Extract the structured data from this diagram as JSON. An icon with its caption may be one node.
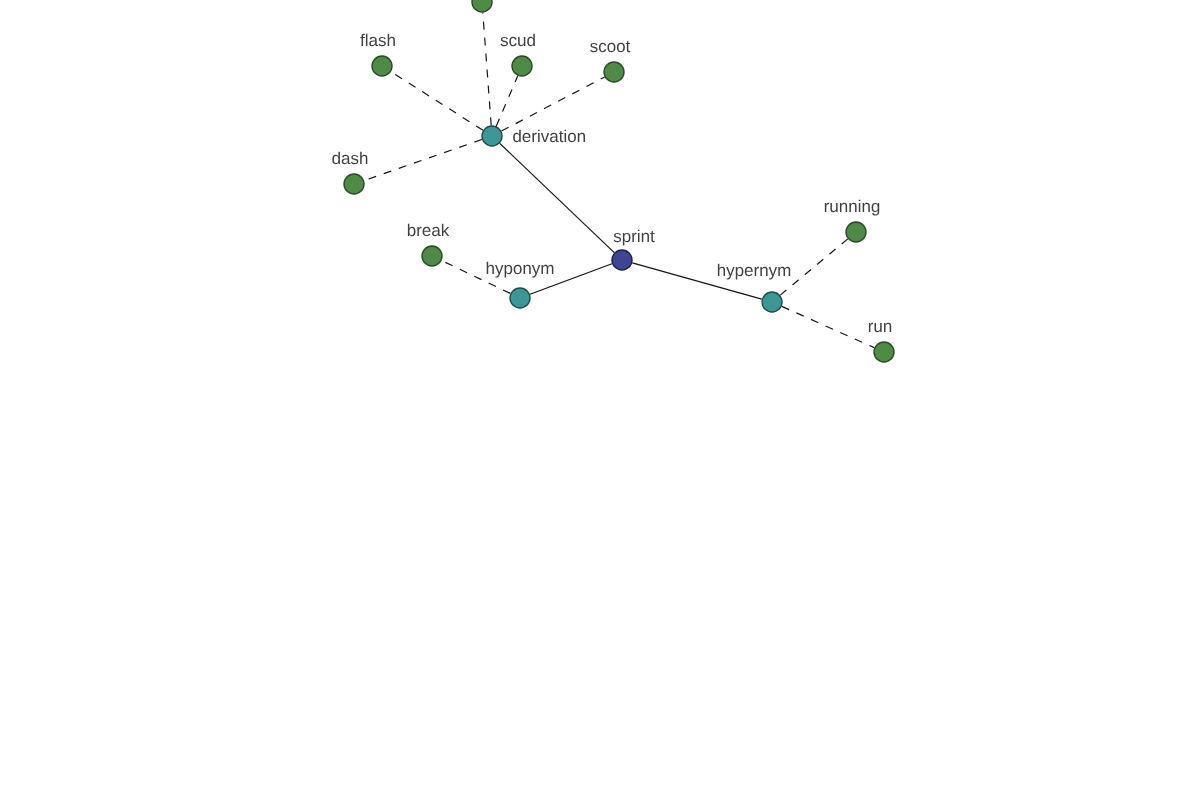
{
  "diagram": {
    "nodes": [
      {
        "text": [],
        "shape": "circle"
      },
      {
        "text": [
          "flash"
        ]
      },
      {
        "text": [
          "scud"
        ]
      },
      {
        "text": [
          "scoot"
        ]
      },
      {
        "text": [
          "derivation"
        ]
      },
      {
        "text": [
          "dash"
        ]
      },
      {
        "text": [
          "running"
        ]
      },
      {
        "text": [
          "break"
        ]
      },
      {
        "text": [
          "sprint"
        ]
      },
      {
        "text": [
          "hyponym"
        ]
      },
      {
        "text": [
          "hypernym"
        ]
      },
      {
        "text": [
          "run"
        ]
      }
    ],
    "edges": [
      {
        "from": 8,
        "to": 4,
        "arrow": "none"
      },
      {
        "from": 8,
        "to": 9,
        "arrow": "none"
      },
      {
        "from": 8,
        "to": 10,
        "arrow": "none"
      },
      {
        "from": 4,
        "to": 0,
        "arrow": "none",
        "style": "dashed"
      },
      {
        "from": 4,
        "to": 1,
        "arrow": "none",
        "style": "dashed"
      },
      {
        "from": 4,
        "to": 2,
        "arrow": "none",
        "style": "dashed"
      },
      {
        "from": 4,
        "to": 3,
        "arrow": "none",
        "style": "dashed"
      },
      {
        "from": 4,
        "to": 5,
        "arrow": "none",
        "style": "dashed"
      },
      {
        "from": 9,
        "to": 7,
        "arrow": "none",
        "style": "dashed"
      },
      {
        "from": 10,
        "to": 6,
        "arrow": "none",
        "style": "dashed"
      },
      {
        "from": 10,
        "to": 11,
        "arrow": "none",
        "style": "dashed"
      }
    ]
  }
}
